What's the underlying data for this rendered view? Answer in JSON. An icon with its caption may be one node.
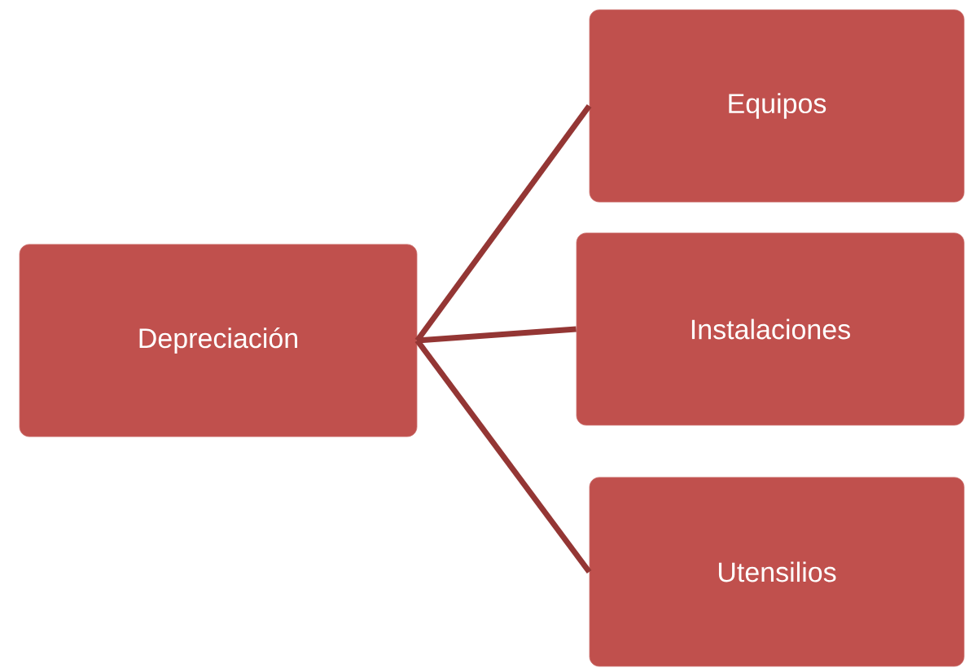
{
  "diagram": {
    "nodes": [
      {
        "text": [
          "Depreciación"
        ]
      },
      {
        "text": [
          "Equipos"
        ]
      },
      {
        "text": [
          "Instalaciones"
        ]
      },
      {
        "text": [
          "Utensilios"
        ]
      }
    ],
    "edges": [
      {
        "from": 0,
        "to": 1,
        "arrow": "none"
      },
      {
        "from": 0,
        "to": 2,
        "arrow": "none"
      },
      {
        "from": 0,
        "to": 3,
        "arrow": "none"
      }
    ]
  }
}
